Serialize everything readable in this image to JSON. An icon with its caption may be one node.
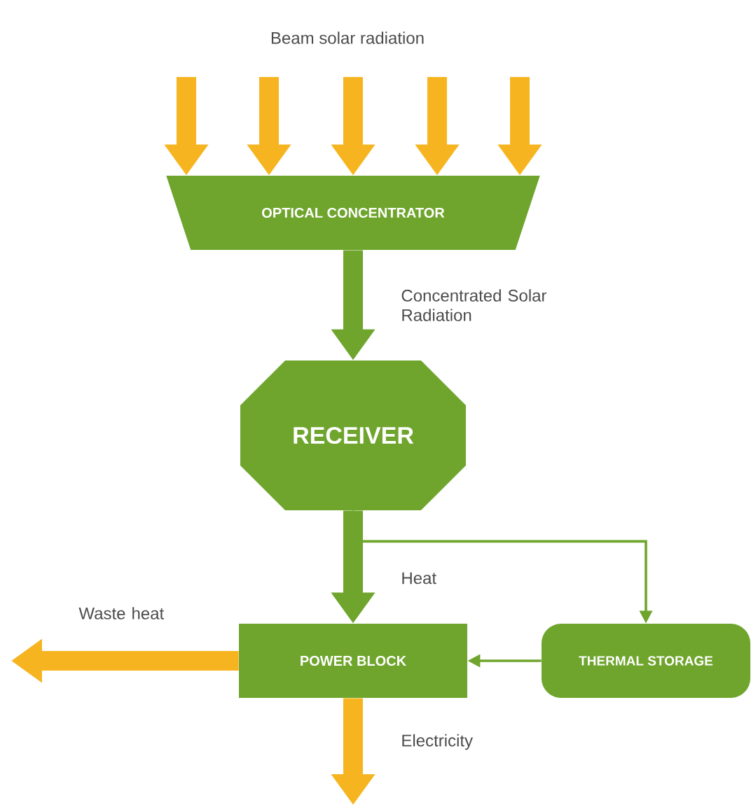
{
  "diagram": {
    "nodes": [
      {
        "text": [
          "OPTICAL CONCENTRATOR"
        ]
      },
      {
        "text": [
          "RECEIVER"
        ]
      },
      {
        "text": [
          "POWER BLOCK"
        ]
      },
      {
        "text": [
          "THERMAL STORAGE"
        ]
      }
    ],
    "edges": [
      {
        "from": null,
        "to": 0,
        "arrow": "to"
      },
      {
        "from": null,
        "to": 0,
        "arrow": "to"
      },
      {
        "from": null,
        "to": 0,
        "arrow": "to"
      },
      {
        "from": null,
        "to": 0,
        "arrow": "to"
      },
      {
        "from": null,
        "to": 0,
        "arrow": "to"
      },
      {
        "from": 0,
        "to": 1,
        "arrow": "to",
        "color": "#6fa52d",
        "label": "Concentrated Solar Radiation"
      },
      {
        "from": 1,
        "to": 2,
        "arrow": "to",
        "color": "#6fa52d",
        "label": "Heat"
      },
      {
        "from": 1,
        "to": 3,
        "arrow": "to",
        "color": "#6fa52d"
      },
      {
        "from": 3,
        "to": 2,
        "arrow": "to",
        "color": "#6fa52d"
      },
      {
        "from": 2,
        "to": null,
        "arrow": "to",
        "label": "Waste heat"
      },
      {
        "from": 2,
        "to": null,
        "arrow": "to",
        "label": "Electricity"
      }
    ],
    "labels": [
      "Beam solar radiation"
    ]
  }
}
